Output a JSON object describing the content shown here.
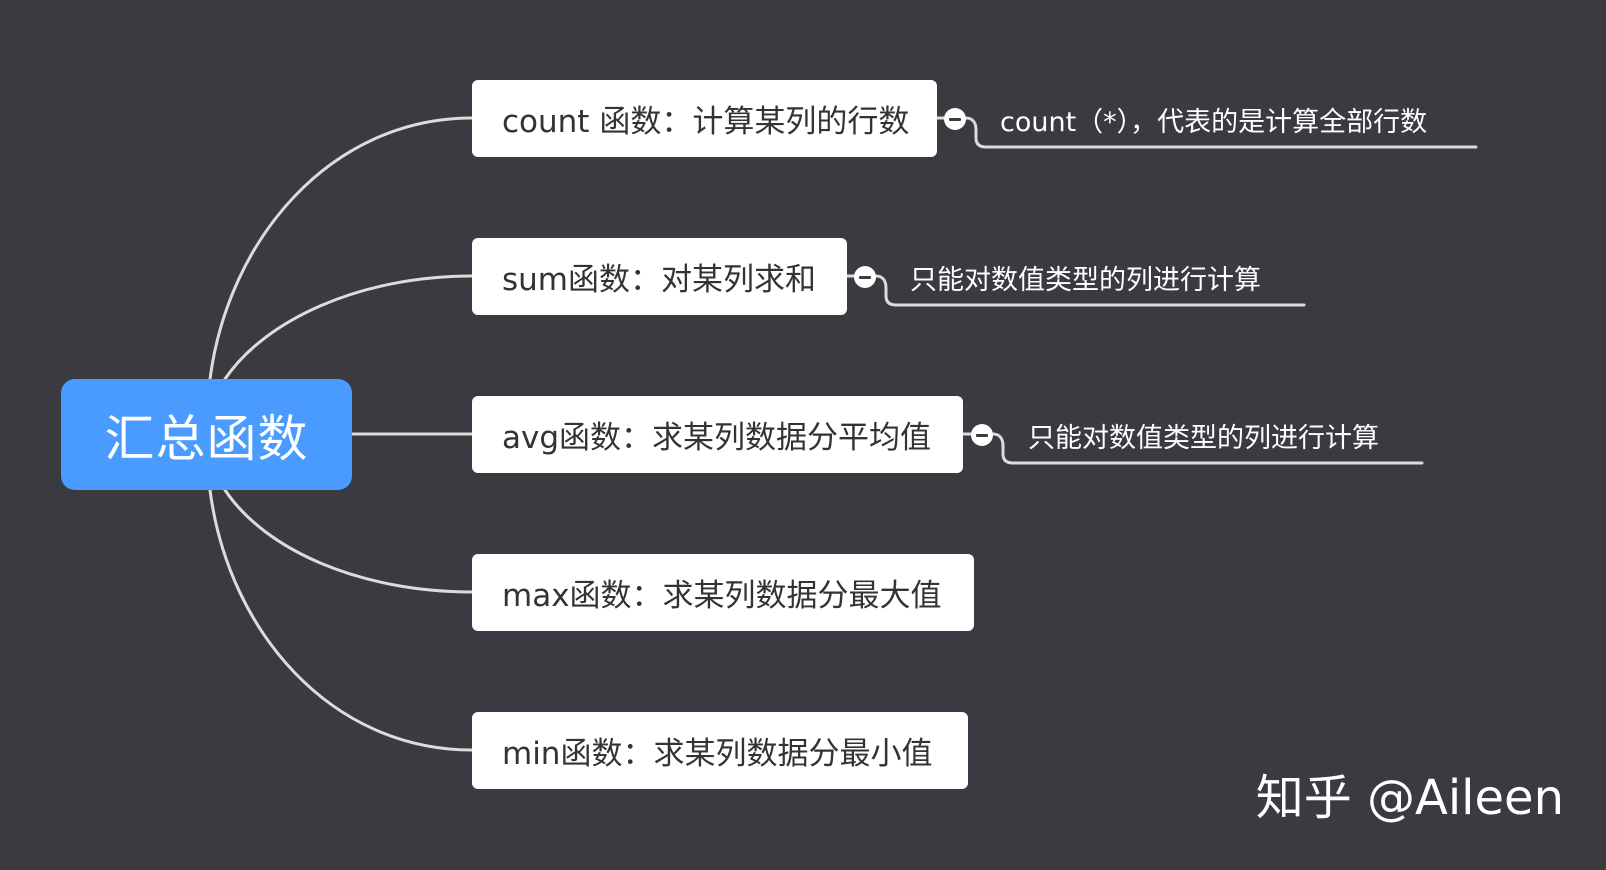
{
  "root": {
    "label": "汇总函数"
  },
  "branches": [
    {
      "label": "count 函数：计算某列的行数",
      "note": "count（*），代表的是计算全部行数"
    },
    {
      "label": "sum函数：对某列求和",
      "note": "只能对数值类型的列进行计算"
    },
    {
      "label": "avg函数：求某列数据分平均值",
      "note": "只能对数值类型的列进行计算"
    },
    {
      "label": "max函数：求某列数据分最大值"
    },
    {
      "label": "min函数：求某列数据分最小值"
    }
  ],
  "watermark": "知乎 @Aileen",
  "colors": {
    "background": "#393b40",
    "root_fill": "#4a9bff",
    "node_fill": "#ffffff",
    "connector": "#dcdcdc"
  },
  "icons": {
    "collapse": "minus-circle-icon"
  }
}
